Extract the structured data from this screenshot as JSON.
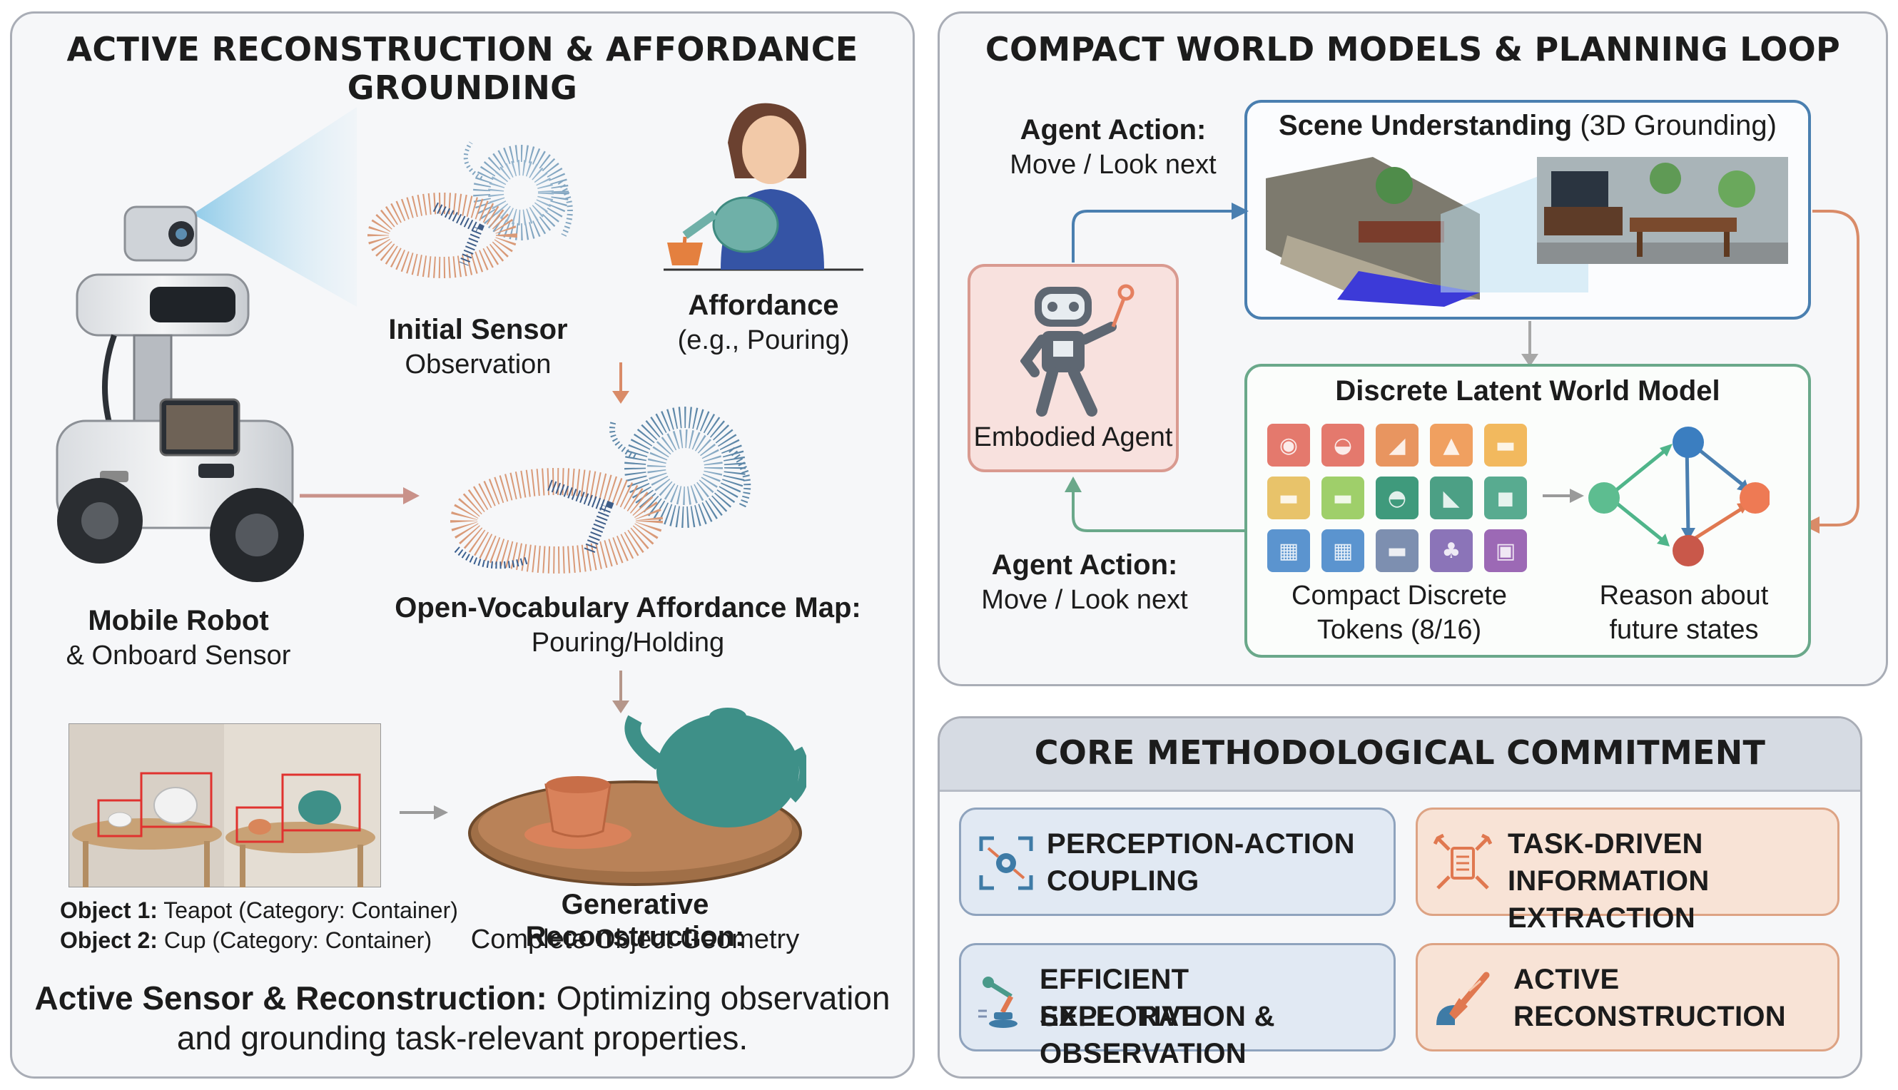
{
  "left_panel": {
    "title": "ACTIVE RECONSTRUCTION & AFFORDANCE GROUNDING",
    "robot_label_bold": "Mobile Robot",
    "robot_label": "& Onboard Sensor",
    "initial_bold": "Initial Sensor",
    "initial": "Observation",
    "affordance_bold": "Affordance",
    "affordance": "(e.g., Pouring)",
    "map_bold": "Open-Vocabulary Affordance Map:",
    "map": "Pouring/Holding",
    "objects": [
      {
        "key": "Object 1:",
        "value": "Teapot (Category: Container)"
      },
      {
        "key": "Object 2:",
        "value": "Cup (Category: Container)"
      }
    ],
    "gen_bold": "Generative Reconstruction:",
    "gen": "Complete Object Geometry",
    "summary_bold": "Active Sensor & Reconstruction:",
    "summary_line1": "Optimizing observation",
    "summary_line2": "and grounding task-relevant properties."
  },
  "world_panel": {
    "title": "COMPACT WORLD MODELS & PLANNING LOOP",
    "action_top_bold": "Agent Action:",
    "action_top": "Move / Look next",
    "scene_bold": "Scene Understanding",
    "scene": "(3D Grounding)",
    "agent_label": "Embodied Agent",
    "latent_title": "Discrete Latent World Model",
    "action_bottom_bold": "Agent Action:",
    "action_bottom": "Move / Look next",
    "tokens_line1": "Compact Discrete",
    "tokens_line2": "Tokens (8/16)",
    "reason_line1": "Reason about",
    "reason_line2": "future states"
  },
  "core_panel": {
    "title": "CORE METHODOLOGICAL COMMITMENT",
    "items": [
      {
        "line1": "PERCEPTION-ACTION",
        "line2": "COUPLING",
        "icon": "crosshair-icon"
      },
      {
        "line1": "TASK-DRIVEN",
        "line2": "INFORMATION EXTRACTION",
        "icon": "document-scan-icon"
      },
      {
        "line1": "EFFICIENT EXPLORATION &",
        "line2": "SELECTIVE OBSERVATION",
        "icon": "robot-arm-icon"
      },
      {
        "line1": "ACTIVE",
        "line2": "RECONSTRUCTION",
        "icon": "paintbrush-icon"
      }
    ]
  },
  "colors": {
    "border": "#a9adb6",
    "arrow": "#d98b68",
    "blue_line": "#4a7fb0",
    "green_line": "#6aa88a",
    "teal": "#3e8f85",
    "orange": "#e07850"
  }
}
